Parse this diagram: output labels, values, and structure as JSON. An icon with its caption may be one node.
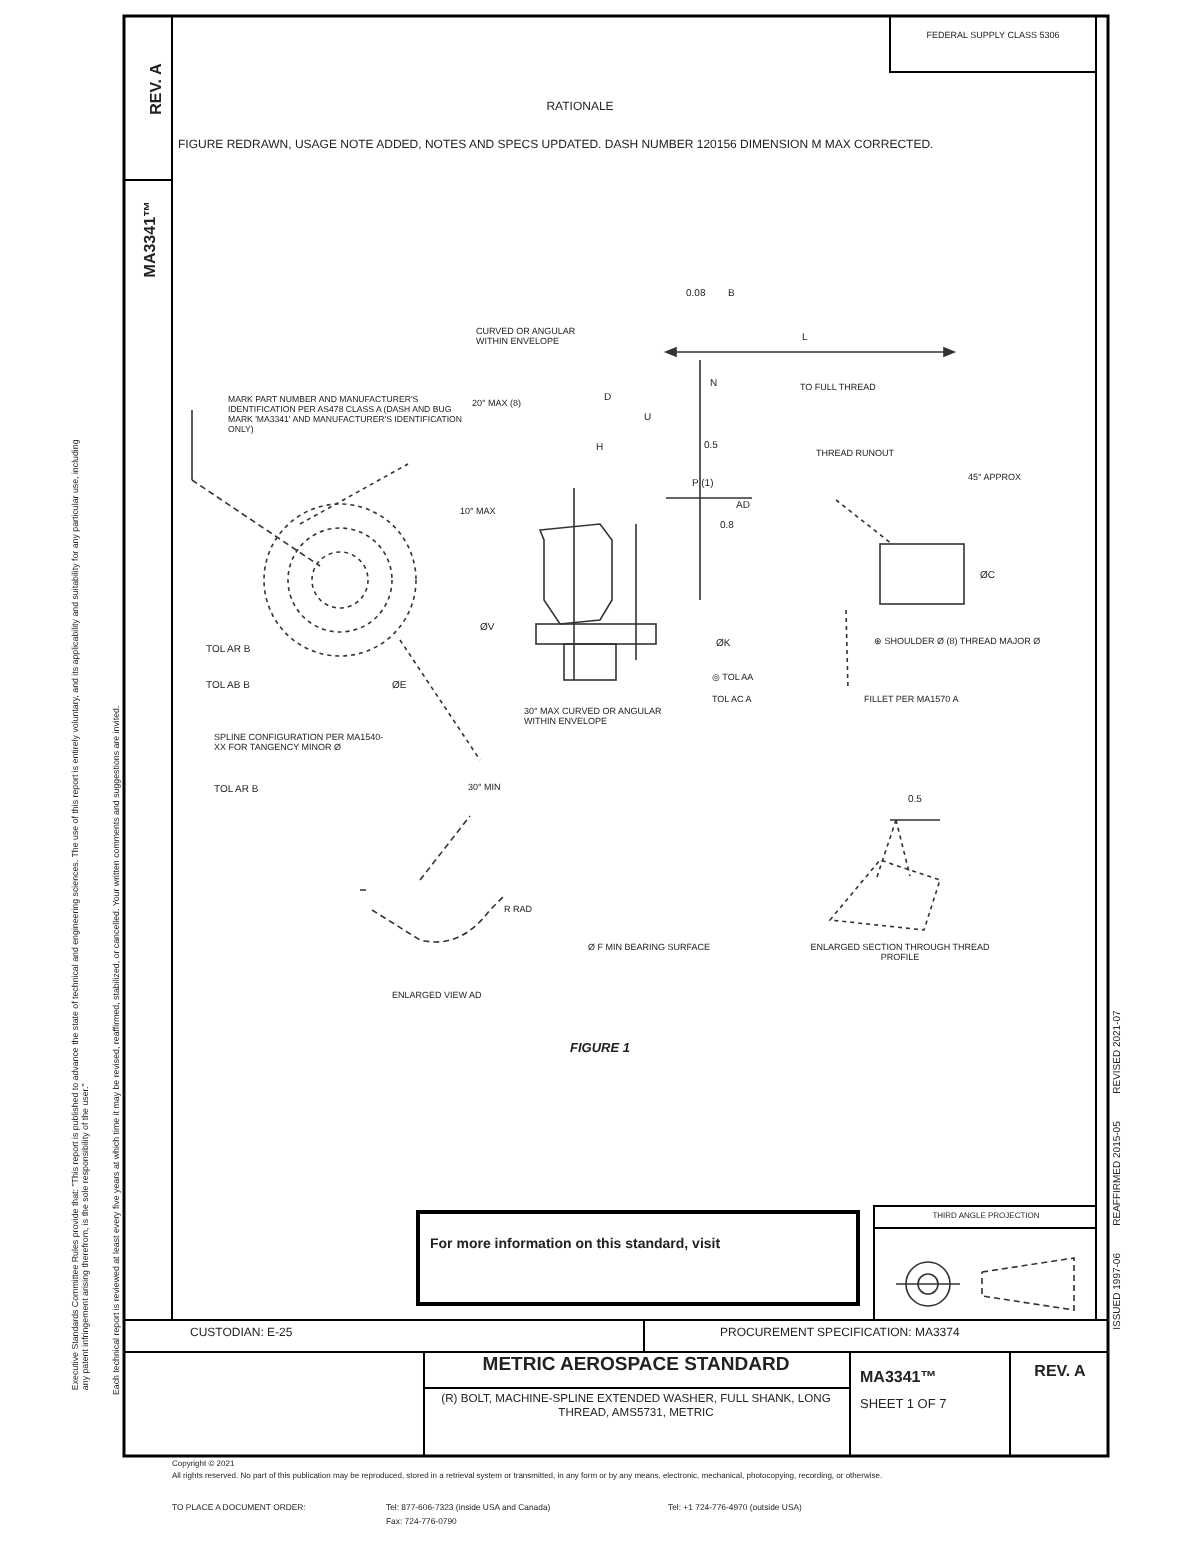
{
  "diagram": {
    "title": "METRIC AEROSPACE STANDARD",
    "caption": "FIGURE 1",
    "labels": [
      "REV. A",
      "FEDERAL SUPPLY CLASS 5306",
      "RATIONALE",
      "FIGURE REDRAWN, USAGE NOTE ADDED, NOTES AND SPECS UPDATED. DASH NUMBER 120156 DIMENSION M MAX CORRECTED.",
      "MA3341™",
      "Executive Standards Committee Rules provide that: \"This report is published to advance the state of technical and engineering sciences. The use of this report is entirely voluntary, and its applicability and suitability for any particular use, including any patent infringement arising therefrom, is the sole responsibility of the user.\"",
      "Each technical report is reviewed at least every five years at which time it may be revised, reaffirmed, stabilized, or cancelled. Your written comments and suggestions are invited.",
      "0.08",
      "B",
      "CURVED OR ANGULAR WITHIN ENVELOPE",
      "L",
      "MARK PART NUMBER AND MANUFACTURER'S IDENTIFICATION PER AS478 CLASS A (DASH AND BUG MARK 'MA3341' AND MANUFACTURER'S IDENTIFICATION ONLY)",
      "20° MAX (8)",
      "D",
      "N",
      "TO FULL THREAD",
      "U",
      "H",
      "0.5",
      "THREAD RUNOUT",
      "P (1)",
      "45° APPROX",
      "AD",
      "0.8",
      "10° MAX",
      "ØC",
      "ØV",
      "ØK",
      "⊕ SHOULDER Ø (8) THREAD MAJOR Ø",
      "TOL AR B",
      "◎ TOL AA",
      "TOL AB B",
      "ØE",
      "TOL AC A",
      "FILLET PER MA1570 A",
      "30° MAX CURVED OR ANGULAR WITHIN ENVELOPE",
      "SPLINE CONFIGURATION PER MA1540-XX FOR TANGENCY MINOR Ø",
      "TOL AR B",
      "30° MIN",
      "0.5",
      "R RAD",
      "Ø F MIN BEARING SURFACE",
      "ENLARGED SECTION THROUGH THREAD PROFILE",
      "ENLARGED VIEW AD",
      "For more information on this standard, visit",
      "THIRD ANGLE PROJECTION",
      "ISSUED 1997-06",
      "REAFFIRMED 2015-05",
      "REVISED 2021-07",
      "CUSTODIAN: E-25",
      "PROCUREMENT SPECIFICATION: MA3374",
      "(R) BOLT, MACHINE-SPLINE EXTENDED WASHER, FULL SHANK, LONG THREAD, AMS5731, METRIC",
      "MA3341™",
      "SHEET 1 OF 7",
      "REV. A",
      "Copyright © 2021",
      "All rights reserved. No part of this publication may be reproduced, stored in a retrieval system or transmitted, in any form or by any means, electronic, mechanical, photocopying, recording, or otherwise.",
      "TO PLACE A DOCUMENT ORDER:",
      "Tel: 877-606-7323 (inside USA and Canada)",
      "Fax: 724-776-0790",
      "Tel: +1 724-776-4970 (outside USA)"
    ]
  }
}
